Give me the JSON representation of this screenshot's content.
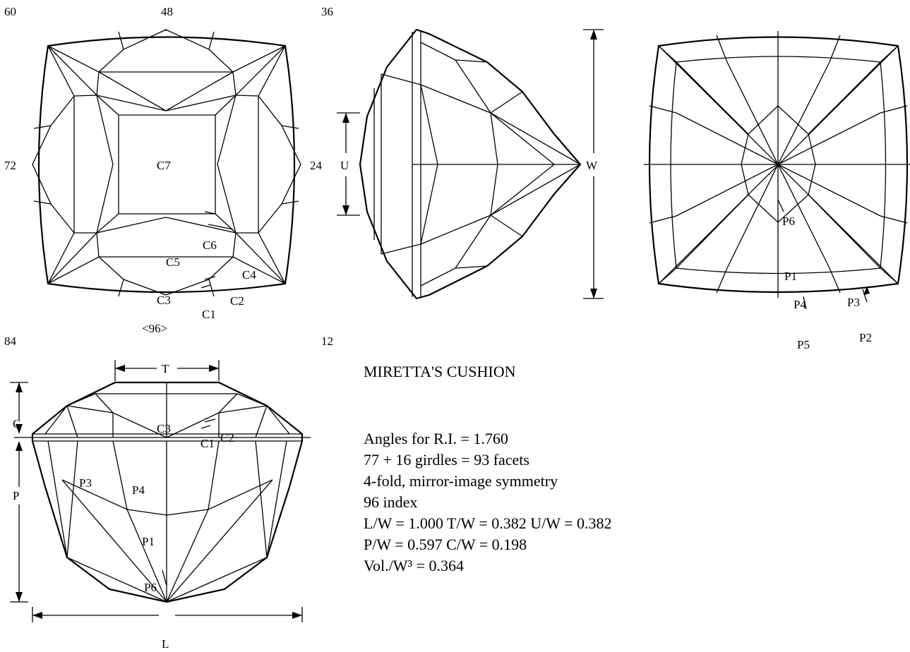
{
  "title": "MIRETTA'S CUSHION",
  "index_labels": {
    "i60": "60",
    "i48": "48",
    "i36": "36",
    "i72": "72",
    "i24": "24",
    "i84": "84",
    "i96": "<96>",
    "i12": "12"
  },
  "crown_view_labels": {
    "c7": "C7",
    "c6": "C6",
    "c5": "C5",
    "c4": "C4",
    "c3": "C3",
    "c2": "C2",
    "c1": "C1"
  },
  "side_view_labels": {
    "u": "U",
    "w": "W"
  },
  "pavilion_view_labels": {
    "p6": "P6",
    "p1": "P1",
    "p4": "P4",
    "p3": "P3",
    "p5": "P5",
    "p2": "P2"
  },
  "profile_view_labels": {
    "t": "T",
    "c": "C",
    "p": "P",
    "l": "L",
    "c3": "C3",
    "c1": "C1",
    "c2": "C2",
    "p3": "P3",
    "p4": "P4",
    "p1": "P1",
    "p6": "P6"
  },
  "info": {
    "line1": "Angles for R.I. = 1.760",
    "line2": "77 + 16 girdles = 93 facets",
    "line3": "4-fold, mirror-image symmetry",
    "line4": "96 index",
    "line5": "L/W = 1.000  T/W = 0.382  U/W = 0.382",
    "line6": "P/W = 0.597  C/W = 0.198",
    "line7": "Vol./W³ = 0.364"
  }
}
